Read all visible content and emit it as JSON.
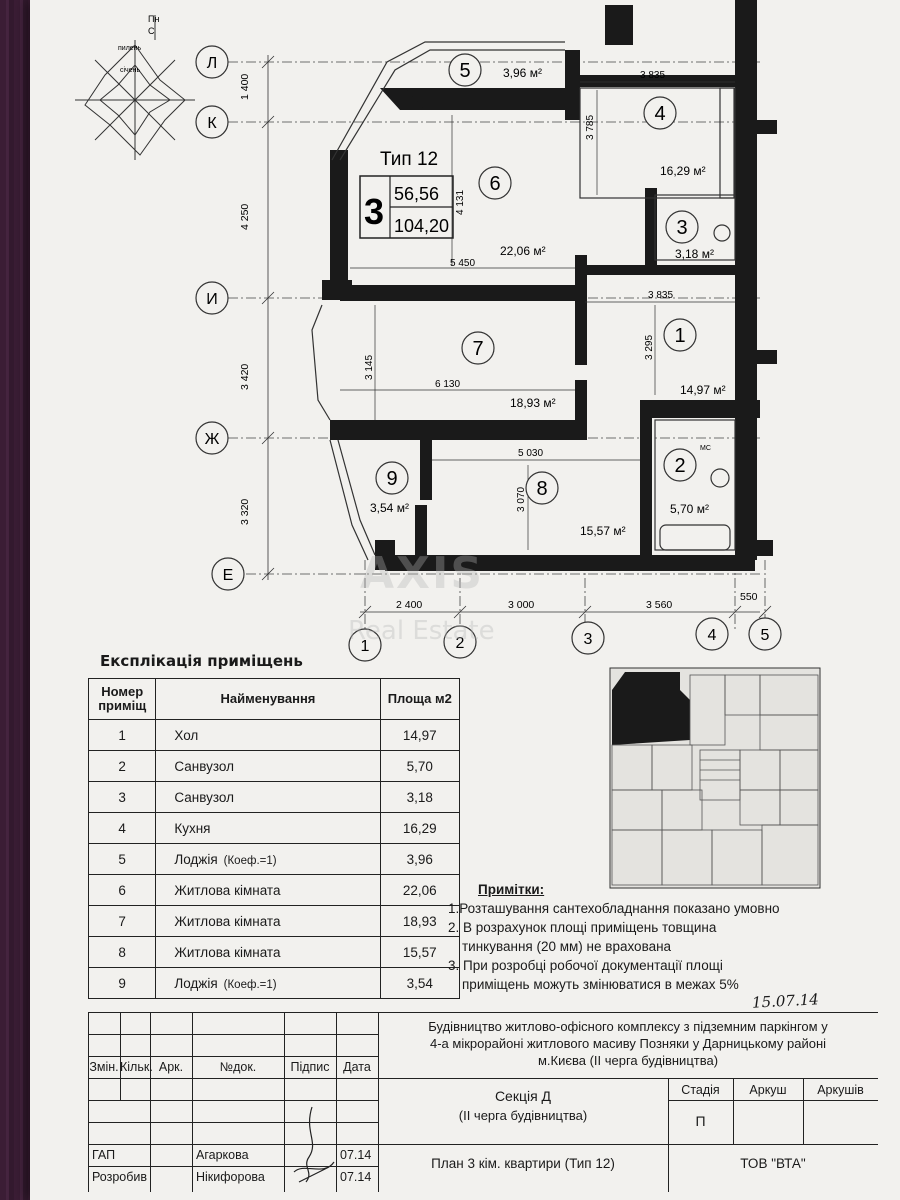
{
  "compass": {
    "label_north": "Пн",
    "label_b": "С",
    "ring1": "пилень",
    "ring2": "січень"
  },
  "axes": {
    "letters": [
      "Л",
      "К",
      "И",
      "Ж",
      "Е"
    ],
    "numbers": [
      "1",
      "2",
      "3",
      "4",
      "5"
    ],
    "vertical_dims": [
      "1 400",
      "4 250",
      "3 420",
      "3 320"
    ],
    "horizontal_dims": [
      "2 400",
      "3 000",
      "3 560",
      "550"
    ]
  },
  "plan_type": {
    "label": "Тип 12",
    "rooms": "3",
    "living_area": "56,56",
    "total_area": "104,20"
  },
  "plan_rooms": [
    {
      "num": "1",
      "area": "14,97 м²"
    },
    {
      "num": "2",
      "area": "5,70 м²"
    },
    {
      "num": "3",
      "area": "3,18 м²"
    },
    {
      "num": "4",
      "area": "16,29 м²"
    },
    {
      "num": "5",
      "area": "3,96 м²"
    },
    {
      "num": "6",
      "area": "22,06 м²"
    },
    {
      "num": "7",
      "area": "18,93 м²"
    },
    {
      "num": "8",
      "area": "15,57 м²"
    },
    {
      "num": "9",
      "area": "3,54 м²"
    }
  ],
  "room_dims": [
    "3 835",
    "3 785",
    "4 131",
    "5 450",
    "3 835",
    "3 295",
    "3 145",
    "6 130",
    "5 030",
    "3 070",
    "МС"
  ],
  "watermark": {
    "line1": "AXIS",
    "line2": "Real Estate"
  },
  "explication": {
    "title": "Експлікація приміщень",
    "headers": {
      "num": "Номер приміщ",
      "name": "Найменування",
      "area": "Площа м2"
    },
    "rows": [
      {
        "num": "1",
        "name": "Хол",
        "koef": "",
        "area": "14,97"
      },
      {
        "num": "2",
        "name": "Санвузол",
        "koef": "",
        "area": "5,70"
      },
      {
        "num": "3",
        "name": "Санвузол",
        "koef": "",
        "area": "3,18"
      },
      {
        "num": "4",
        "name": "Кухня",
        "koef": "",
        "area": "16,29"
      },
      {
        "num": "5",
        "name": "Лоджія",
        "koef": "(Коеф.=1)",
        "area": "3,96"
      },
      {
        "num": "6",
        "name": "Житлова кімната",
        "koef": "",
        "area": "22,06"
      },
      {
        "num": "7",
        "name": "Житлова кімната",
        "koef": "",
        "area": "18,93"
      },
      {
        "num": "8",
        "name": "Житлова кімната",
        "koef": "",
        "area": "15,57"
      },
      {
        "num": "9",
        "name": "Лоджія",
        "koef": "(Коеф.=1)",
        "area": "3,54"
      }
    ]
  },
  "notes": {
    "heading": "Примітки:",
    "items": [
      "1.Розташування сантехобладнання показано умовно",
      "2. В розрахунок площі приміщень товщина",
      "тинкування (20 мм) не врахована",
      "3. При розробці робочої документації площі",
      "приміщень можуть змінюватися в межах 5%"
    ],
    "handwritten_date": "15.07.14"
  },
  "title_block": {
    "project": [
      "Будівництво житлово-офісного комплексу з підземним паркінгом у",
      "4-а мікрорайоні житлового масиву Позняки у Дарницькому районі",
      "м.Києва (II черга будівництва)"
    ],
    "col_headers": [
      "Змін.",
      "Кільк.",
      "Арк.",
      "№док.",
      "Підпис",
      "Дата"
    ],
    "section": "Секція Д",
    "stage_note": "(II черга будівництва)",
    "stage_headers": [
      "Стадія",
      "Аркуш",
      "Аркушів"
    ],
    "stage_value": "П",
    "roles": [
      {
        "role": "ГАП",
        "name": "Агаркова",
        "date": "07.14"
      },
      {
        "role": "Розробив",
        "name": "Нікифорова",
        "date": "07.14"
      }
    ],
    "sheet_title": "План 3 кім. квартири (Тип 12)",
    "company": "ТОВ \"ВТА\""
  }
}
